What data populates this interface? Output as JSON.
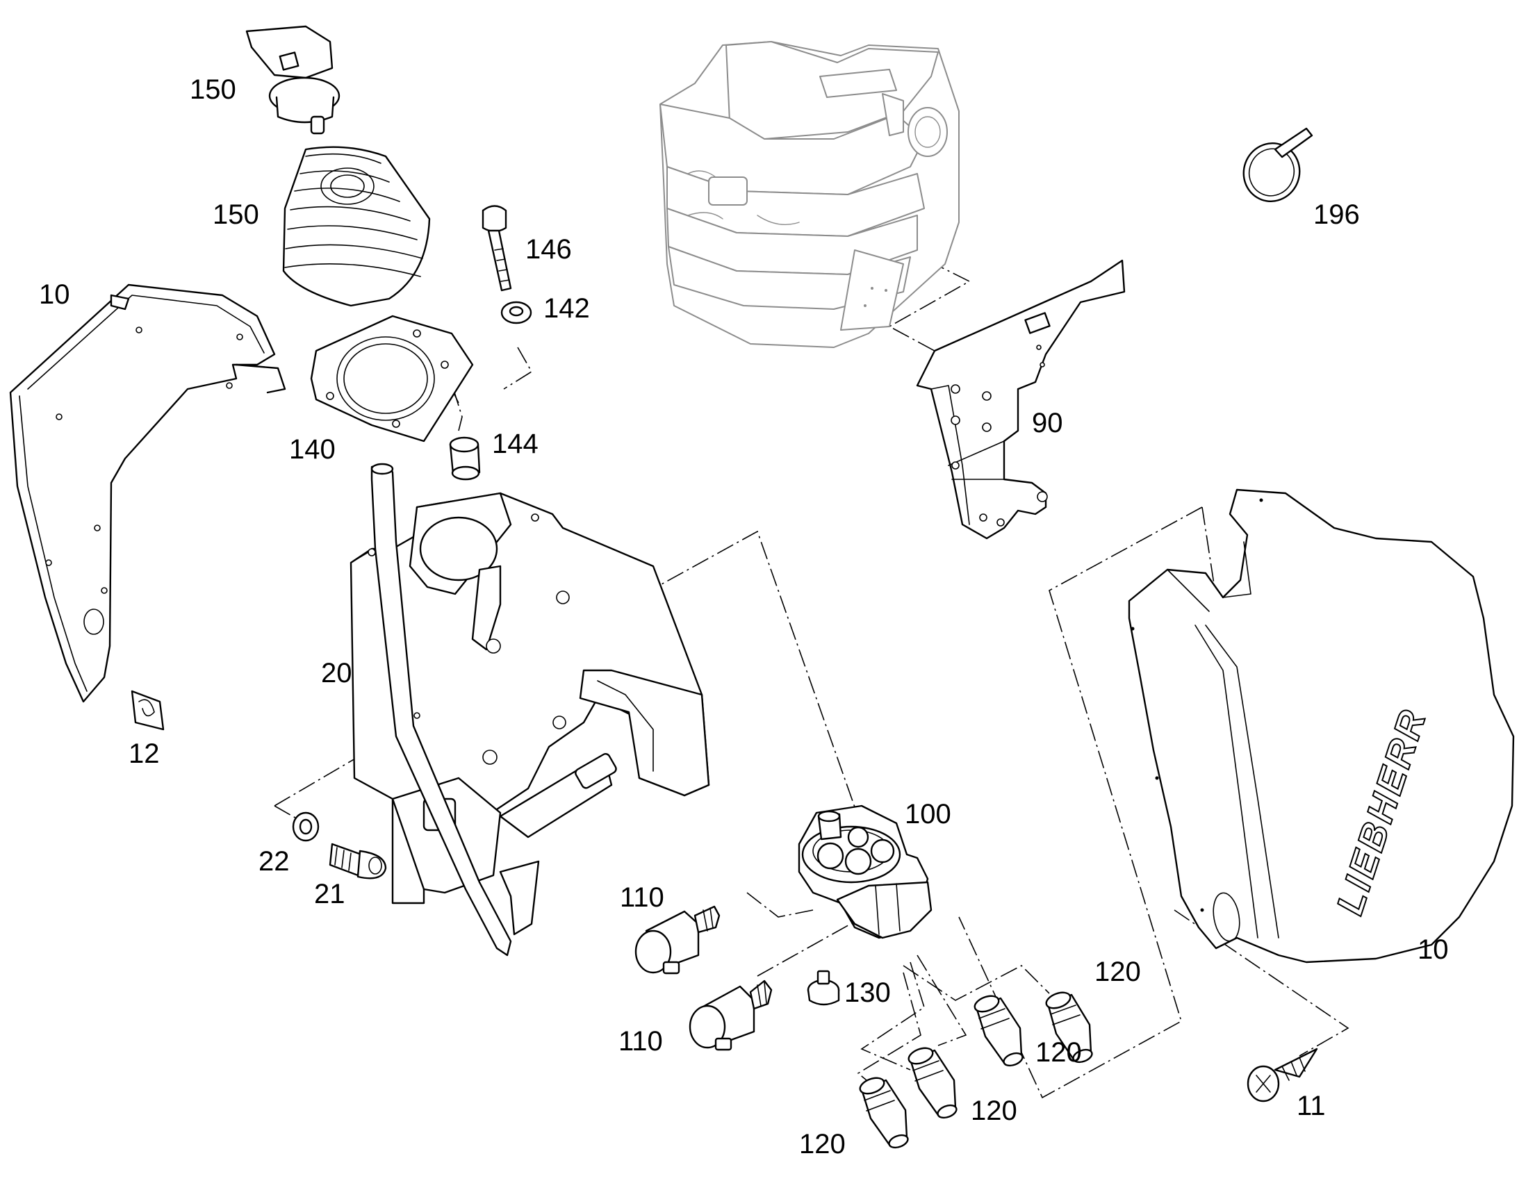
{
  "callouts": {
    "c150_top": "150",
    "c150_boot": "150",
    "c146": "146",
    "c142": "142",
    "c140": "140",
    "c144": "144",
    "c10_left": "10",
    "c12": "12",
    "c20": "20",
    "c22": "22",
    "c21": "21",
    "c90": "90",
    "c196": "196",
    "c100": "100",
    "c110_upper": "110",
    "c110_lower": "110",
    "c130": "130",
    "c120_a": "120",
    "c120_b": "120",
    "c120_c": "120",
    "c120_d": "120",
    "c10_right": "10",
    "c11": "11"
  },
  "brand_mark": "LIEBHERR"
}
